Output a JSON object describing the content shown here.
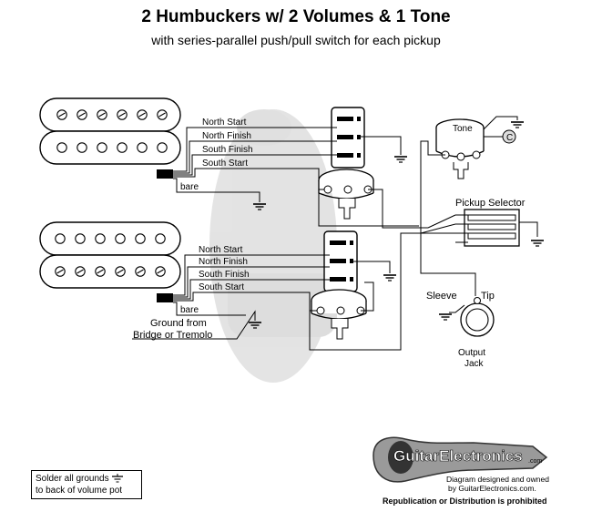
{
  "header": {
    "title": "2 Humbuckers w/ 2 Volumes & 1 Tone",
    "subtitle": "with series-parallel push/pull switch for each pickup"
  },
  "neck_pickup": {
    "wires": [
      "North Start",
      "North Finish",
      "South Finish",
      "South Start"
    ],
    "bare_label": "bare"
  },
  "bridge_pickup": {
    "wires": [
      "North Start",
      "North Finish",
      "South Finish",
      "South Start"
    ],
    "bare_label": "bare"
  },
  "ground_label_line1": "Ground from",
  "ground_label_line2": "Bridge or Tremolo",
  "tone_label": "Tone",
  "cap_label": "C",
  "pickup_selector_label": "Pickup Selector",
  "jack": {
    "sleeve_label": "Sleeve",
    "tip_label": "Tip",
    "name_line1": "Output",
    "name_line2": "Jack"
  },
  "note": {
    "line1": "Solder all grounds",
    "line2": "to back of volume pot"
  },
  "brand": {
    "name": "GuitarElectronics",
    "suffix": ".com",
    "line1": "Diagram designed and owned",
    "line2": "by GuitarElectronics.com.",
    "line3": "Republication or Distribution is prohibited"
  }
}
